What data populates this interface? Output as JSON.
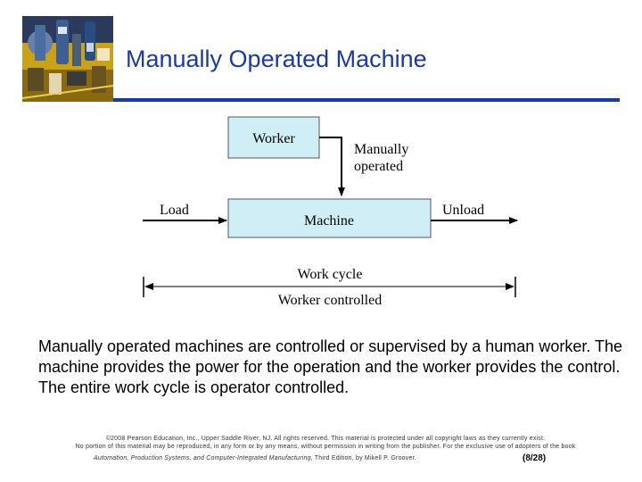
{
  "header": {
    "title": "Manually Operated Machine"
  },
  "diagram": {
    "worker_label": "Worker",
    "machine_label": "Machine",
    "manual_line1": "Manually",
    "manual_line2": "operated",
    "load_label": "Load",
    "unload_label": "Unload",
    "work_cycle_label": "Work cycle",
    "worker_controlled_label": "Worker controlled",
    "box_fill": "#cfeef6"
  },
  "body": {
    "paragraph": "Manually operated machines are controlled or supervised by a human worker. The machine provides the power for the operation and the worker provides the control. The entire work cycle is operator controlled."
  },
  "footer": {
    "line1": "©2008 Pearson Education, Inc., Upper Saddle River, NJ. All rights reserved. This material is protected under all copyright laws as they currently exist.",
    "line2": "No portion of this material may be reproduced, in any form or by any means, without permission in writing from the publisher. For the exclusive use of adopters of the book",
    "book_title": "Automation, Production Systems, and Computer-Integrated Manufacturing,",
    "book_rest": " Third Edition, by Mikell P. Groover.",
    "page": "(8/28)"
  }
}
